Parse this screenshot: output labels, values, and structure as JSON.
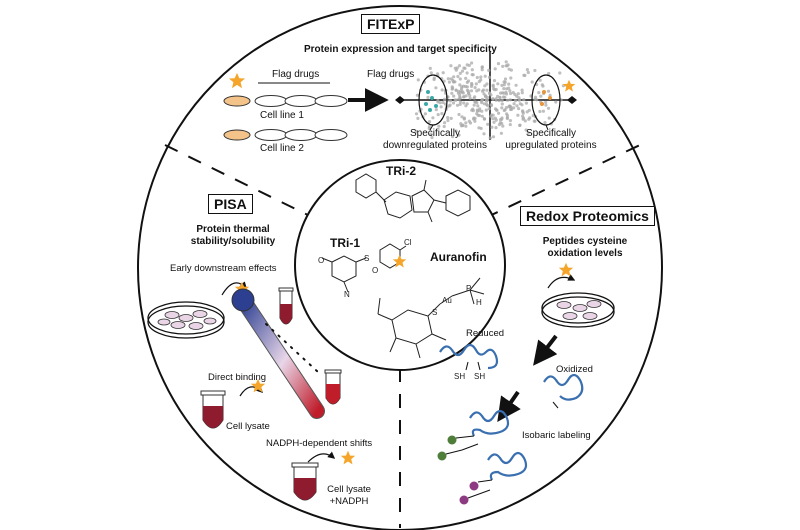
{
  "fitexp": {
    "title": "FITExP",
    "subtitle": "Protein expression and target specificity",
    "flag_drugs": "Flag drugs",
    "cell_line_1": "Cell line 1",
    "cell_line_2": "Cell line 2",
    "flag_drugs_plot": "Flag drugs",
    "down_label_1": "Specifically",
    "down_label_2": "downregulated proteins",
    "up_label_1": "Specifically",
    "up_label_2": "upregulated proteins"
  },
  "pisa": {
    "title": "PISA",
    "subtitle_1": "Protein thermal",
    "subtitle_2": "stability/solubility",
    "early": "Early downstream effects",
    "direct": "Direct binding",
    "cell_lysate": "Cell lysate",
    "nadph_shift": "NADPH-dependent shifts",
    "lysate_nadph_1": "Cell lysate",
    "lysate_nadph_2": "+NADPH"
  },
  "center": {
    "tri2": "TRi-2",
    "tri1": "TRi-1",
    "auranofin": "Auranofin",
    "cl": "Cl",
    "s_plus": "S",
    "o_minus": "O",
    "n_plus": "N",
    "o_ring": "O",
    "au": "Au",
    "p": "P",
    "h": "H",
    "s_au": "S"
  },
  "redox": {
    "title": "Redox Proteomics",
    "subtitle_1": "Peptides cysteine",
    "subtitle_2": "oxidation levels",
    "reduced": "Reduced",
    "oxidized": "Oxidized",
    "sh": "SH",
    "sh2": "SH",
    "isobaric": "Isobaric labeling"
  },
  "colors": {
    "star": "#f4a52a",
    "dish_orange": "#f3c38a",
    "tube_red": "#8e1c2e",
    "peptide_blue": "#3a6fb0",
    "scatter_teal": "#3aa9a6",
    "scatter_orange": "#e8943a",
    "label_green": "#4f7d3a",
    "label_purple": "#8d3a83"
  }
}
